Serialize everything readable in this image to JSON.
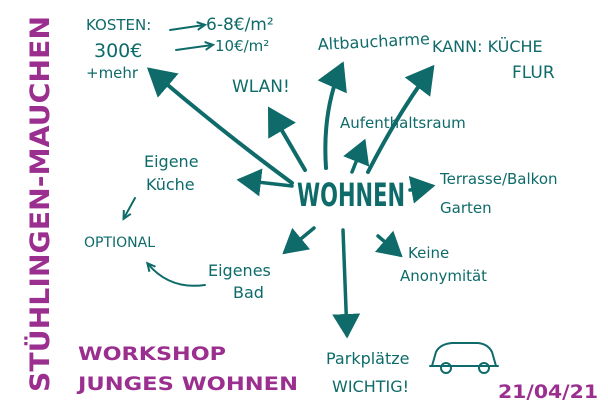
{
  "colors": {
    "teal": "#0e6b6a",
    "purple": "#9b2f8f",
    "background": "#ffffff"
  },
  "center": {
    "label": "WOHNEN"
  },
  "vertical_title": "STÜHLINGEN-MAUCHEN",
  "workshop": {
    "line1": "WORKSHOP",
    "line2": "JUNGES WOHNEN"
  },
  "date": "21/04/21",
  "nodes": {
    "kosten": {
      "label": "KOSTEN:",
      "amount": "300€",
      "extra": "+mehr",
      "range1": "6-8€/m²",
      "range2": "10€/m²"
    },
    "wlan": {
      "label": "WLAN!"
    },
    "altbau": {
      "label": "Altbaucharme"
    },
    "kann": {
      "line1": "KANN: KÜCHE",
      "line2": "FLUR"
    },
    "aufenthalt": {
      "label": "Aufenthaltsraum"
    },
    "terrasse": {
      "line1": "Terrasse/Balkon",
      "line2": "Garten"
    },
    "anonym": {
      "line1": "Keine",
      "line2": "Anonymität"
    },
    "park": {
      "line1": "Parkplätze",
      "line2": "WICHTIG!",
      "icon": "car-icon"
    },
    "bad": {
      "line1": "Eigenes",
      "line2": "Bad"
    },
    "kueche": {
      "line1": "Eigene",
      "line2": "Küche"
    },
    "optional": {
      "label": "OPTIONAL"
    }
  }
}
